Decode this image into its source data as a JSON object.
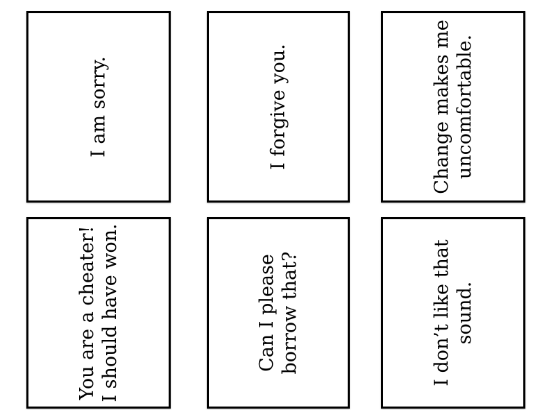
{
  "page": {
    "background": "#ffffff",
    "border_color": "#000000"
  },
  "cards": [
    {
      "lines": [
        "I am sorry."
      ]
    },
    {
      "lines": [
        "I forgive you."
      ]
    },
    {
      "lines": [
        "Change makes me",
        "uncomfortable."
      ]
    },
    {
      "lines": [
        "You are a cheater!",
        "I should have won."
      ]
    },
    {
      "lines": [
        "Can I please",
        "borrow that?"
      ]
    },
    {
      "lines": [
        "I don’t like that",
        "sound."
      ]
    }
  ]
}
